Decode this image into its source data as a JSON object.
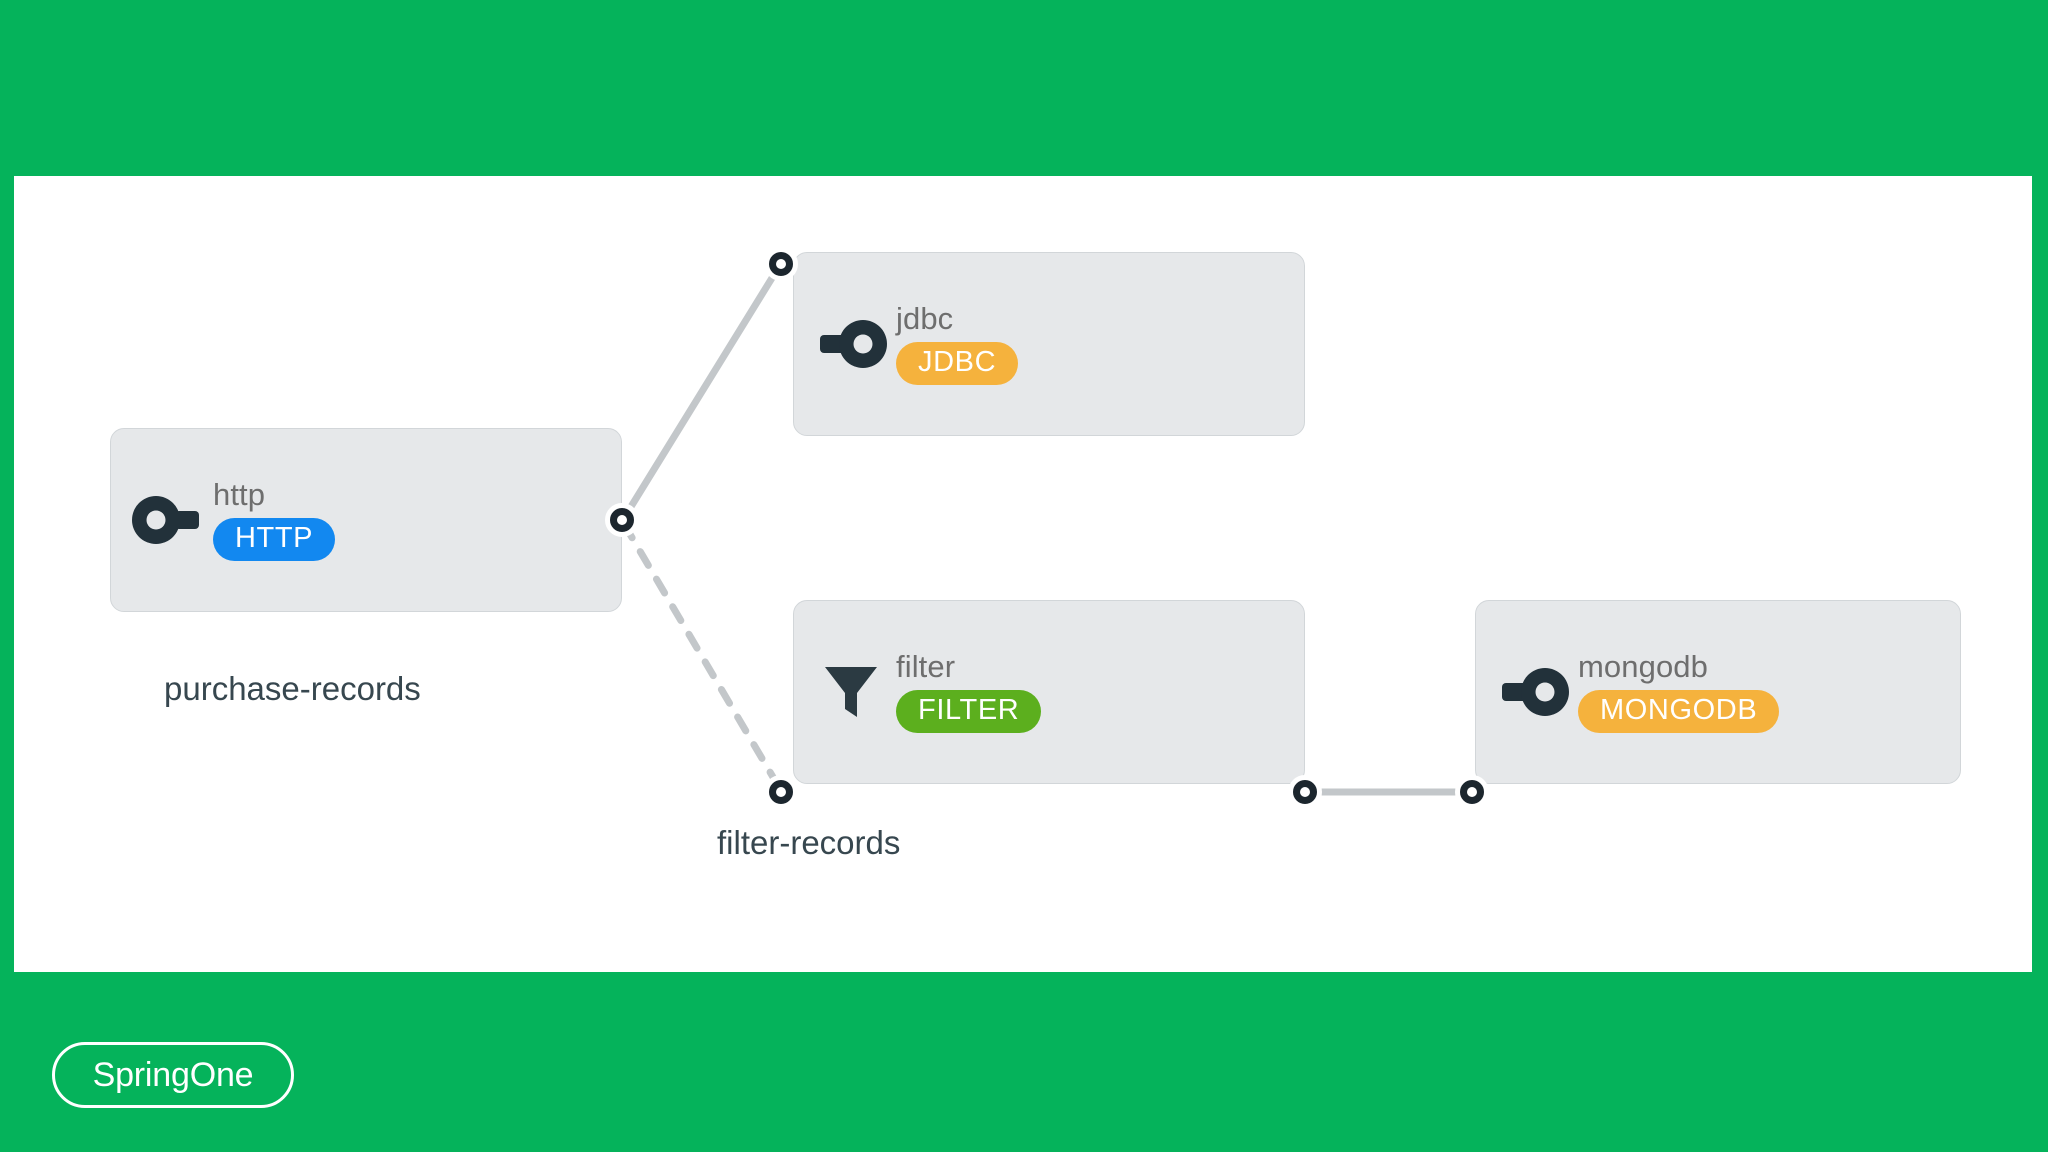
{
  "theme": {
    "background_green": "#05B35B",
    "canvas_background": "#FFFFFF",
    "node_fill": "#E6E8EA",
    "node_border": "#D2D6D9",
    "port_color": "#1C262E",
    "wire_color": "#C3C7CA",
    "title_color": "#6E6E6E",
    "label_color": "#37474F"
  },
  "branding": {
    "logo_text": "SpringOne"
  },
  "canvas": {
    "streams": [
      {
        "name": "purchase-records-label",
        "label": "purchase-records"
      },
      {
        "name": "filter-records-label",
        "label": "filter-records"
      }
    ],
    "nodes": [
      {
        "id": "http",
        "title": "http",
        "badge": "HTTP",
        "badge_color": "#1288F0",
        "icon": "source-key-icon",
        "role": "source"
      },
      {
        "id": "jdbc",
        "title": "jdbc",
        "badge": "JDBC",
        "badge_color": "#F5B23D",
        "icon": "sink-key-icon",
        "role": "sink"
      },
      {
        "id": "filter",
        "title": "filter",
        "badge": "FILTER",
        "badge_color": "#5CAF1E",
        "icon": "funnel-icon",
        "role": "processor"
      },
      {
        "id": "mongodb",
        "title": "mongodb",
        "badge": "MONGODB",
        "badge_color": "#F5B23D",
        "icon": "sink-key-icon",
        "role": "sink"
      }
    ],
    "connections": [
      {
        "from": "http",
        "to": "jdbc",
        "style": "solid"
      },
      {
        "from": "http",
        "to": "filter",
        "style": "dashed"
      },
      {
        "from": "filter",
        "to": "mongodb",
        "style": "solid"
      }
    ]
  }
}
